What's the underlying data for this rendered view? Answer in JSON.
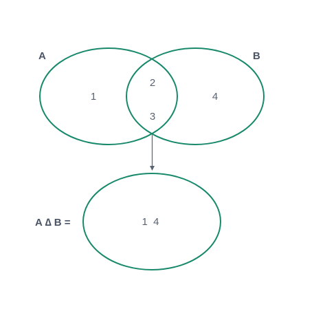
{
  "sets": {
    "a": {
      "label": "A"
    },
    "b": {
      "label": "B"
    }
  },
  "regions": {
    "only_a": "1",
    "intersection_top": "2",
    "intersection_bottom": "3",
    "only_b": "4"
  },
  "result": {
    "label": "A ∆ B =",
    "value": "1  4"
  },
  "colors": {
    "circle_stroke": "#17896a",
    "label_text": "#4a5465",
    "value_text": "#5a6270",
    "arrow": "#5b6272"
  }
}
